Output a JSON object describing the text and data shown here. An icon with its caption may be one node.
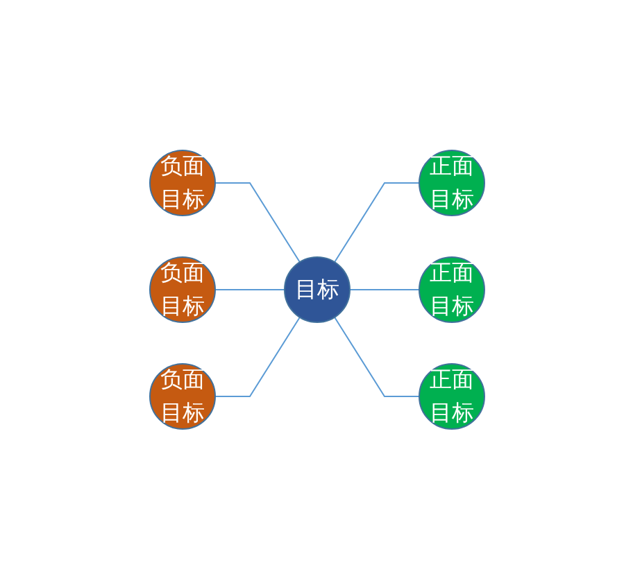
{
  "diagram": {
    "nodes": [
      {
        "text": [
          "目标"
        ]
      },
      {
        "text": [
          "负面",
          "目标"
        ]
      },
      {
        "text": [
          "正面",
          "目标"
        ]
      },
      {
        "text": [
          "正面",
          "目标"
        ]
      },
      {
        "text": [
          "正面",
          "目标"
        ]
      },
      {
        "text": [
          "负面",
          "目标"
        ]
      },
      {
        "text": [
          "负面",
          "目标"
        ]
      }
    ],
    "edges": [
      {
        "from": 1,
        "to": 0,
        "arrow": "none"
      },
      {
        "from": 0,
        "to": 2,
        "arrow": "none"
      },
      {
        "from": 0,
        "to": 3,
        "arrow": "none"
      },
      {
        "from": 0,
        "to": 4,
        "arrow": "none"
      },
      {
        "from": 5,
        "to": 0,
        "arrow": "none"
      },
      {
        "from": 6,
        "to": 0,
        "arrow": "none"
      }
    ]
  }
}
